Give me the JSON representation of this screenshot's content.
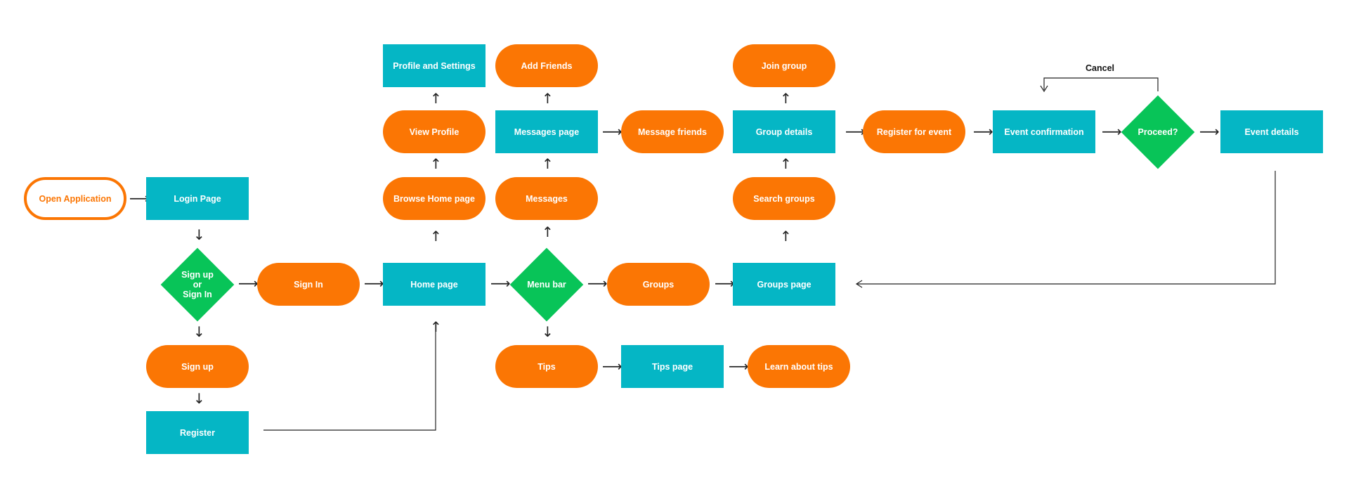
{
  "colors": {
    "process": "#05b6c5",
    "action": "#fb7604",
    "decision": "#08c458",
    "line": "#222222"
  },
  "nodes": {
    "open_application": "Open Application",
    "login_page": "Login Page",
    "signup_or_signin": [
      "Sign up",
      "or",
      "Sign In"
    ],
    "sign_in": "Sign In",
    "sign_up": "Sign up",
    "register": "Register",
    "home_page": "Home page",
    "browse_home_page": "Browse Home page",
    "view_profile": "View Profile",
    "profile_and_settings": "Profile and Settings",
    "menu_bar": "Menu bar",
    "messages": "Messages",
    "messages_page": "Messages page",
    "add_friends": "Add Friends",
    "message_friends": "Message friends",
    "tips": "Tips",
    "tips_page": "Tips page",
    "learn_about_tips": "Learn about tips",
    "groups": "Groups",
    "groups_page": "Groups page",
    "search_groups": "Search groups",
    "group_details": "Group details",
    "join_group": "Join group",
    "register_for_event": "Register for event",
    "event_confirmation": "Event confirmation",
    "proceed": "Proceed?",
    "event_details": "Event details"
  },
  "edge_labels": {
    "cancel": "Cancel"
  },
  "arrow_glyphs": {
    "right": "⟶",
    "down": "↓",
    "up": "↑"
  }
}
